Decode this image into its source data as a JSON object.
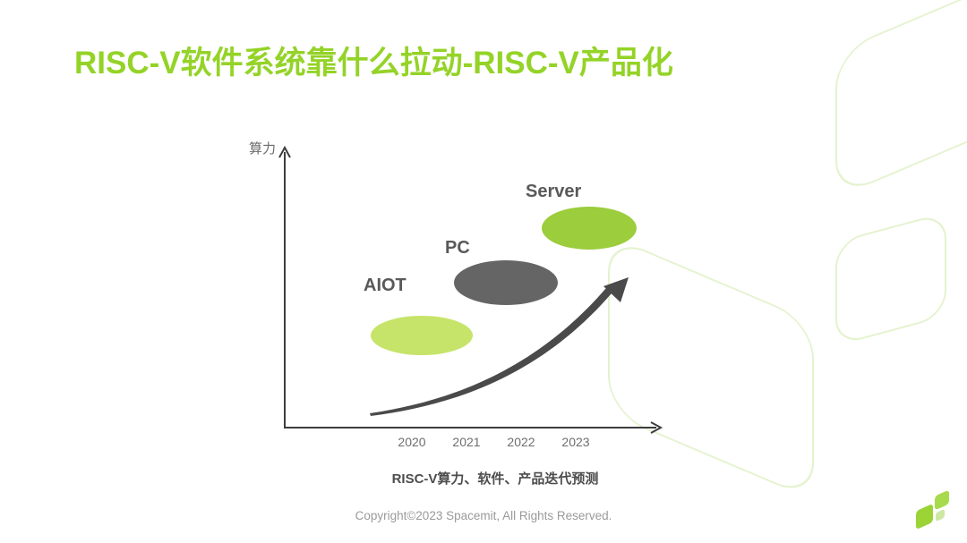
{
  "slide": {
    "title": "RISC-V软件系统靠什么拉动-RISC-V产品化",
    "footer": "Copyright©2023 Spacemit, All Rights Reserved."
  },
  "chart_data": {
    "type": "scatter",
    "title": "RISC-V算力、软件、产品迭代预测",
    "xlabel": "",
    "ylabel": "算力",
    "x_ticks": [
      "2020",
      "2021",
      "2022",
      "2023"
    ],
    "grid": false,
    "legend": "none",
    "annotation": "tapered upward growth arrow from 2020 toward upper right",
    "series": [
      {
        "name": "AIOT",
        "x": 2020.2,
        "y_level": 1,
        "color": "#c6e46a"
      },
      {
        "name": "PC",
        "x": 2021.7,
        "y_level": 2,
        "color": "#666565"
      },
      {
        "name": "Server",
        "x": 2023.2,
        "y_level": 3,
        "color": "#9bcd3c"
      }
    ]
  },
  "colors": {
    "title_green": "#94d327",
    "axis_gray": "#3d3d3d",
    "trend_arrow_gray": "#4a4a4a",
    "label_gray": "#595959",
    "deco_outline_green": "#e4f3cf",
    "logo_green": "#9cd337",
    "logo_light_green": "#cde8a2"
  },
  "logo": {
    "name": "spacemit-logo"
  }
}
